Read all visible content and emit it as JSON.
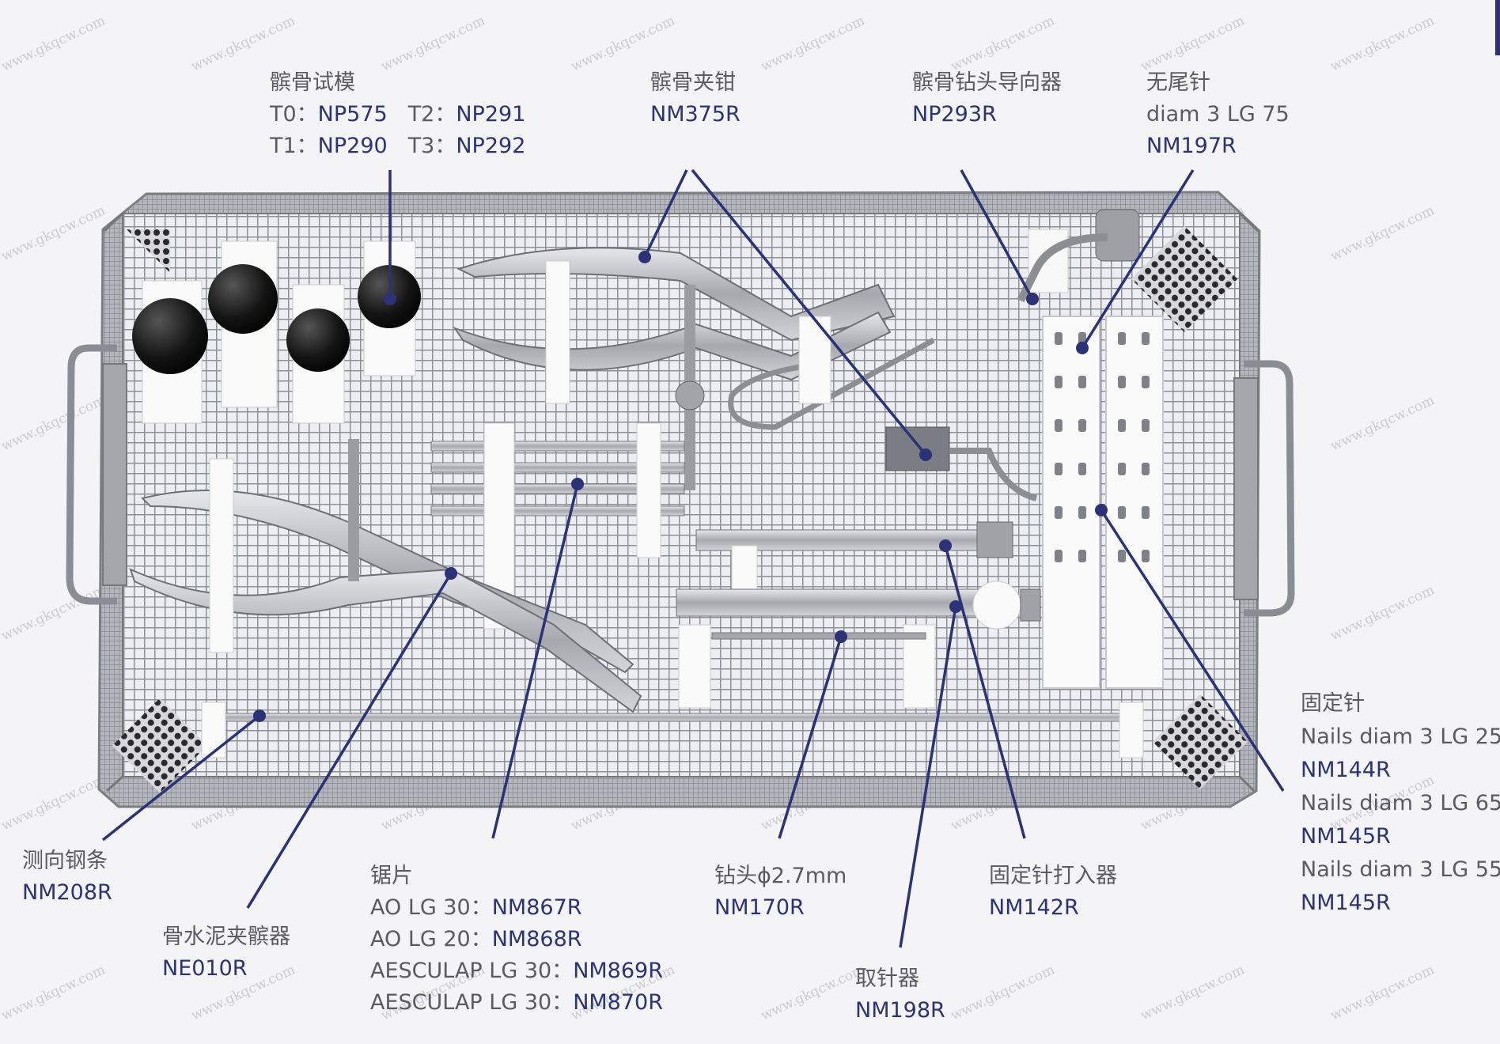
{
  "watermark": "www.gkqcw.com",
  "colors": {
    "code": "#2b3277",
    "text": "#5a5a62",
    "line": "#2b3277",
    "tray": "#8d8f96"
  },
  "labels": {
    "hip_trial": {
      "title": "髌骨试模",
      "t0": "T0：",
      "t0_code": "NP575",
      "t2": "T2：",
      "t2_code": "NP291",
      "t1": "T1：",
      "t1_code": "NP290",
      "t3": "T3：",
      "t3_code": "NP292"
    },
    "clamp": {
      "title": "髌骨夹钳",
      "code": "NM375R"
    },
    "drill_guide": {
      "title": "髌骨钻头导向器",
      "code": "NP293R"
    },
    "tailless_pin": {
      "title": "无尾针",
      "desc": "diam 3 LG 75",
      "code": "NM197R"
    },
    "fixation_pins": {
      "title": "固定针",
      "n1": "Nails diam 3 LG 25",
      "c1": "NM144R",
      "n2": "Nails diam 3 LG 65",
      "c2": "NM145R",
      "n3": "Nails diam 3 LG 55",
      "c3": "NM145R"
    },
    "align_rod": {
      "title": "测向钢条",
      "code": "NM208R"
    },
    "cement_clamp": {
      "title": "骨水泥夹髌器",
      "code": "NE010R"
    },
    "saw": {
      "title": "锯片",
      "l1": "AO LG 30：",
      "c1": "NM867R",
      "l2": "AO LG 20：",
      "c2": "NM868R",
      "l3": "AESCULAP LG 30：",
      "c3": "NM869R",
      "l4": "AESCULAP LG 30：",
      "c4": "NM870R"
    },
    "drill_bit": {
      "title": "钻头ϕ2.7mm",
      "code": "NM170R"
    },
    "extractor": {
      "title": "取针器",
      "code": "NM198R"
    },
    "pin_driver": {
      "title": "固定针打入器",
      "code": "NM142R"
    }
  }
}
